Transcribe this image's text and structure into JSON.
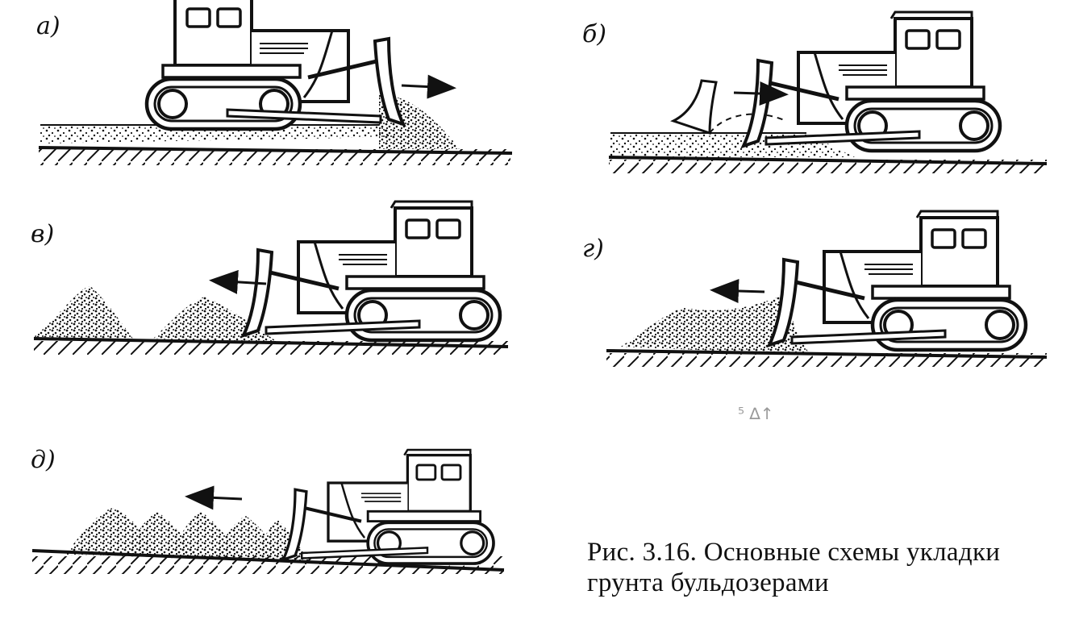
{
  "panels": [
    {
      "id": "a",
      "label": "а)"
    },
    {
      "id": "b",
      "label": "б)"
    },
    {
      "id": "v",
      "label": "в)"
    },
    {
      "id": "g",
      "label": "г)"
    },
    {
      "id": "d",
      "label": "д)"
    }
  ],
  "caption": {
    "line1": "Рис. 3.16.  Основные схемы укладки",
    "line2": "грунта бульдозерами"
  },
  "stray_text": "⁵ ∆↑"
}
